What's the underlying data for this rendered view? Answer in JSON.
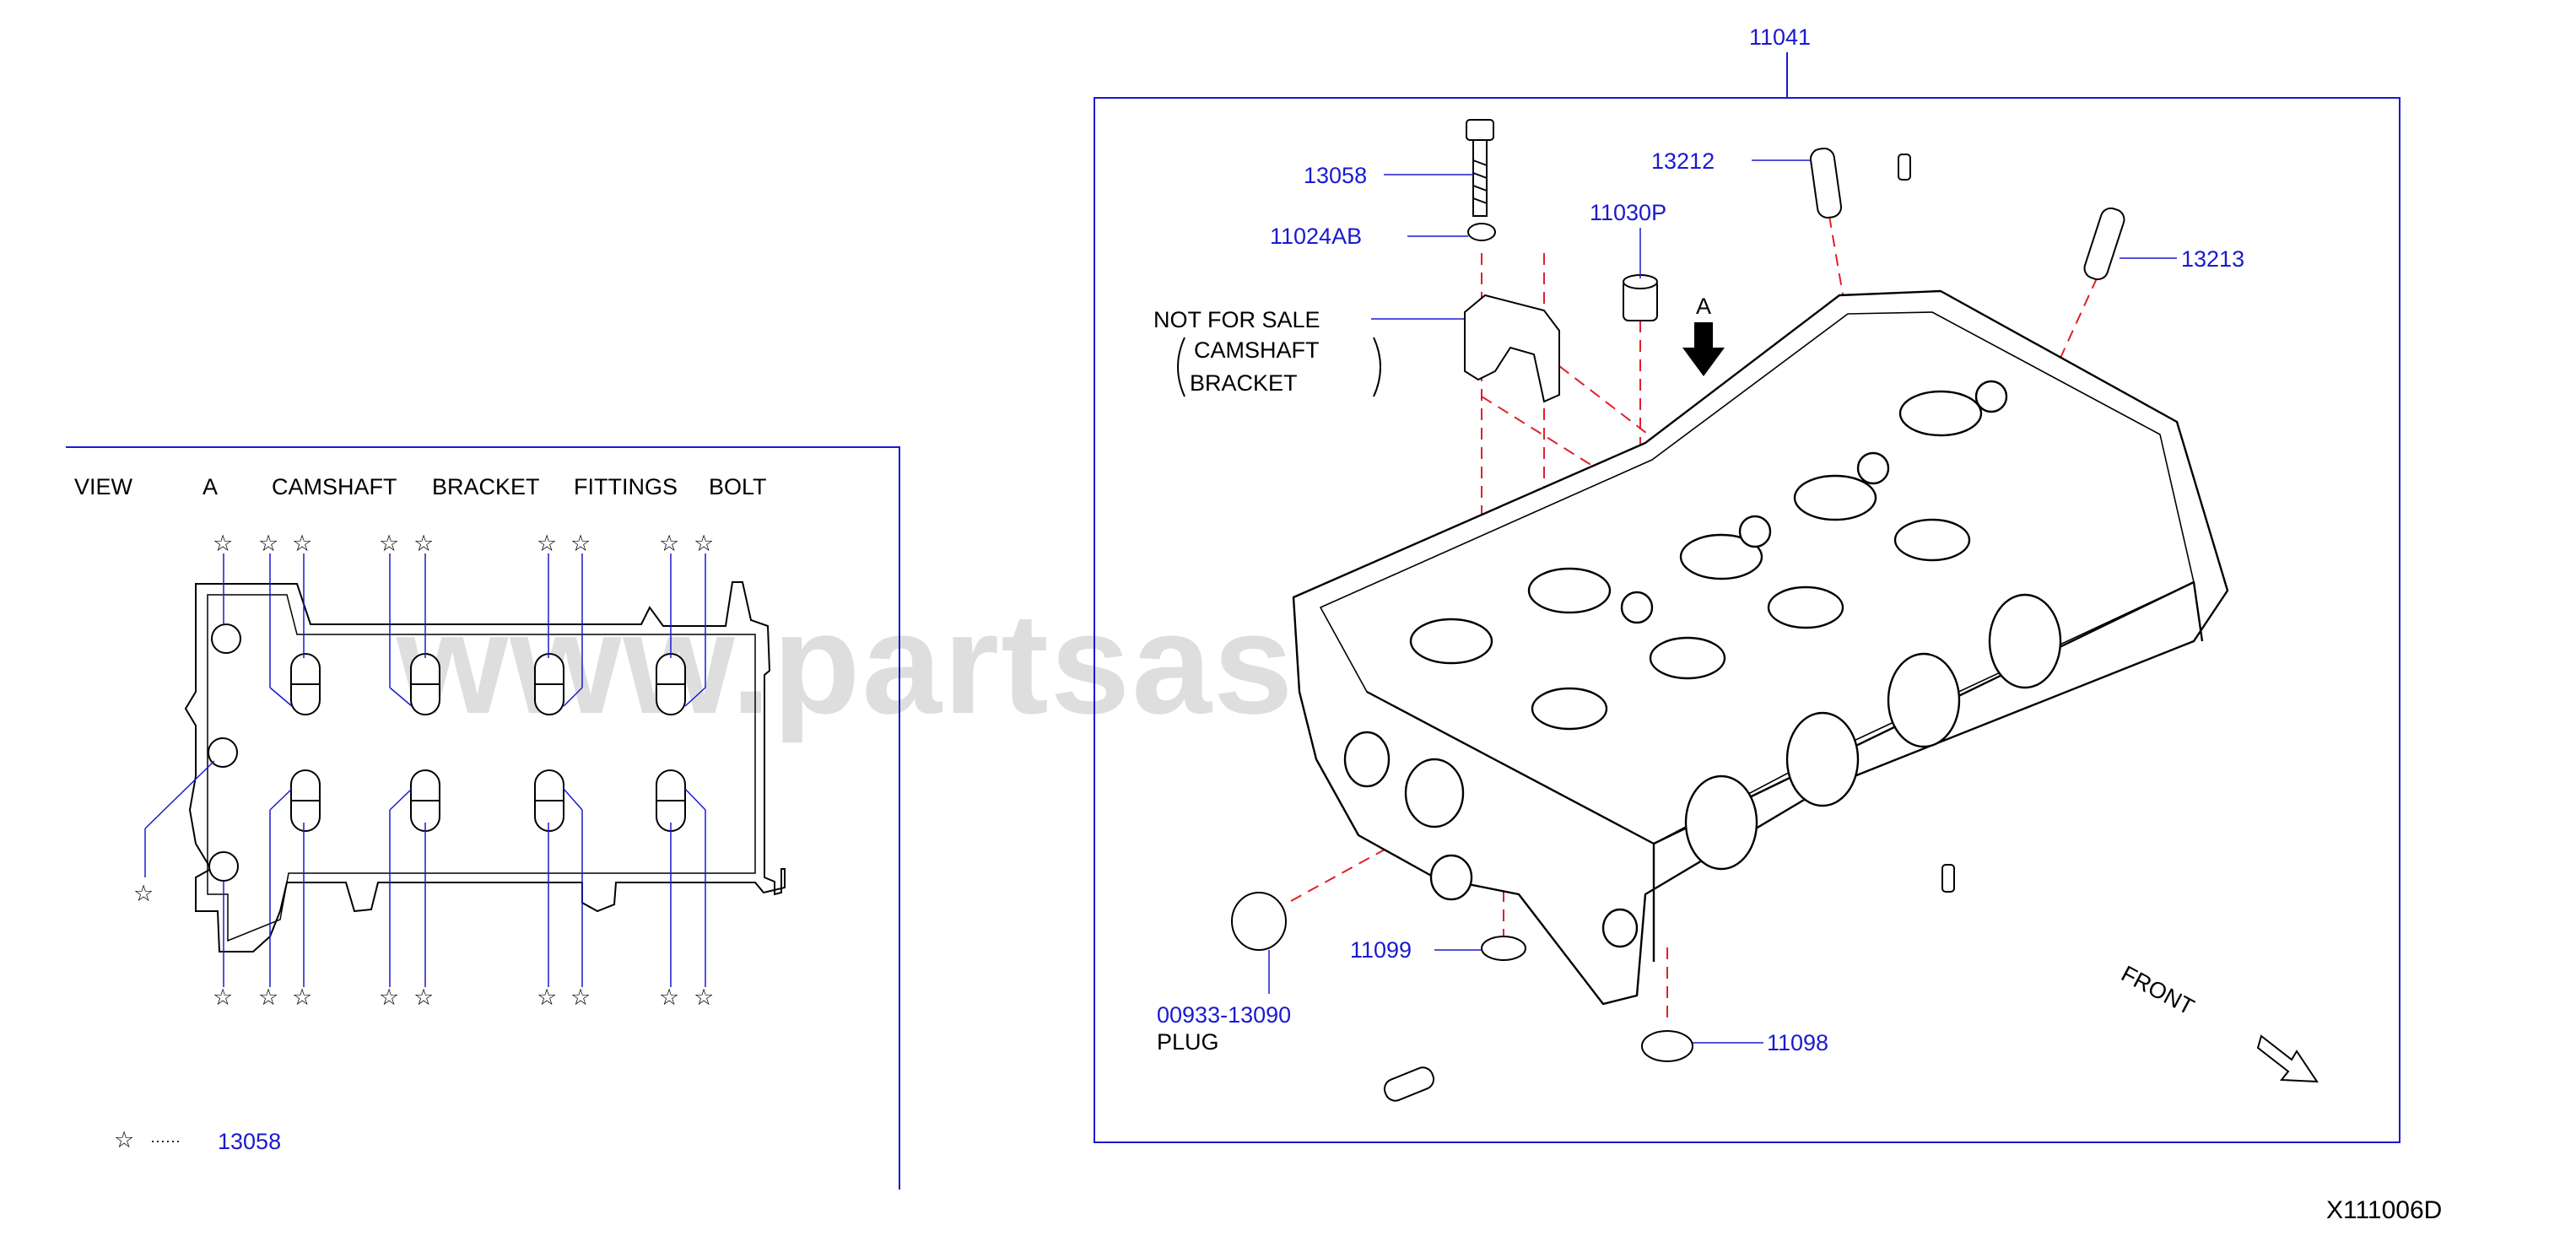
{
  "watermark": "www.partsasset.com",
  "diagram_code": "X111006D",
  "colors": {
    "callout": "#1a1ad0",
    "leader": "#1a1ad0",
    "dash": "#e0202a",
    "ink": "#000000"
  },
  "view_panel": {
    "heading": [
      "VIEW",
      "A",
      "CAMSHAFT",
      "BRACKET",
      "FITTINGS",
      "BOLT"
    ],
    "legend_symbol": "☆",
    "legend_dots": "······",
    "legend_part": "13058",
    "star": "☆"
  },
  "main_panel": {
    "assembly_number": "11041",
    "view_marker": "A",
    "front_label": "FRONT",
    "note": {
      "line1": "NOT  FOR  SALE",
      "line2": "CAMSHAFT",
      "line3": "BRACKET"
    },
    "parts": [
      {
        "number": "13058"
      },
      {
        "number": "11024AB"
      },
      {
        "number": "11030P"
      },
      {
        "number": "13212"
      },
      {
        "number": "13213"
      },
      {
        "number": "11099"
      },
      {
        "number": "00933-13090",
        "desc": "PLUG"
      },
      {
        "number": "11098"
      }
    ]
  }
}
